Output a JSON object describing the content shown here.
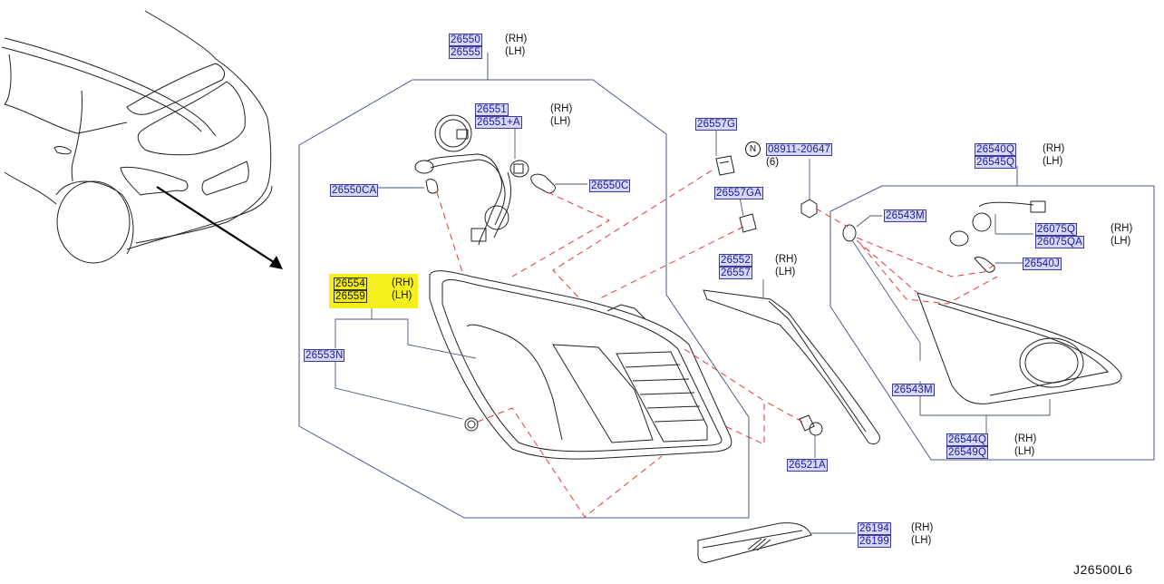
{
  "diagram": {
    "title_code": "J26500L6",
    "side_labels": {
      "rh": "(RH)",
      "lh": "(LH)"
    },
    "parts": {
      "combo_lamp": {
        "rh": "26550",
        "lh": "26555"
      },
      "socket_harness": {
        "rh": "26551",
        "lh": "26551+A"
      },
      "bulb_small": "26550CA",
      "bulb_large": "26550C",
      "lens_body": {
        "rh": "26554",
        "lh": "26559"
      },
      "grommet": "26553N",
      "clip_g": "26557G",
      "nut": {
        "symbol": "N",
        "number": "08911-20647",
        "qty": "(6)"
      },
      "clip_ga": "26557GA",
      "finisher": {
        "rh": "26552",
        "lh": "26557"
      },
      "screw": "26521A",
      "inner_lamp": {
        "rh": "26540Q",
        "lh": "26545Q"
      },
      "seal_top": "26543M",
      "inner_socket": {
        "rh": "26075Q",
        "lh": "26075QA"
      },
      "inner_bulb": "26540J",
      "seal_bottom": "26543M",
      "inner_lens": {
        "rh": "26544Q",
        "lh": "26549Q"
      },
      "reflector": {
        "rh": "26194",
        "lh": "26199"
      }
    },
    "highlight_color": "#f5ef1e",
    "label_color": "#1a1a9c"
  }
}
